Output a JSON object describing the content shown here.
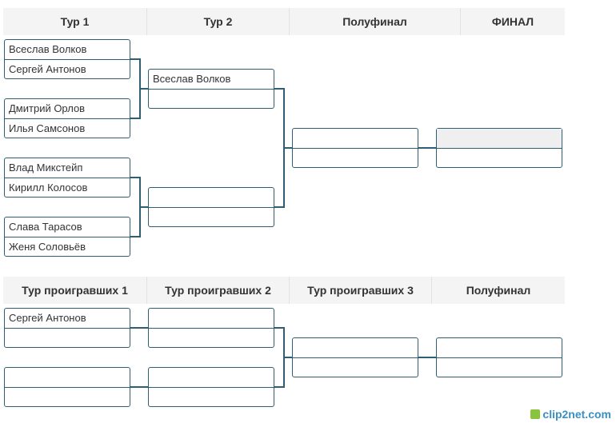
{
  "headers_top": [
    "Тур 1",
    "Тур 2",
    "Полуфинал",
    "ФИНАЛ"
  ],
  "headers_bottom": [
    "Тур проигравших 1",
    "Тур проигравших 2",
    "Тур проигравших 3",
    "Полуфинал"
  ],
  "upper": {
    "r1": [
      {
        "p1": "Всеслав Волков",
        "p2": "Сергей Антонов"
      },
      {
        "p1": "Дмитрий Орлов",
        "p2": "Илья Самсонов"
      },
      {
        "p1": "Влад Микстейп",
        "p2": "Кирилл Колосов"
      },
      {
        "p1": "Слава Тарасов",
        "p2": "Женя Соловьёв"
      }
    ],
    "r2": [
      {
        "p1": "Всеслав Волков",
        "p2": ""
      },
      {
        "p1": "",
        "p2": ""
      }
    ],
    "semi": [
      {
        "p1": "",
        "p2": ""
      }
    ],
    "final": [
      {
        "p1": "",
        "p2": ""
      }
    ]
  },
  "lower": {
    "r1": [
      {
        "p1": "Сергей Антонов",
        "p2": ""
      },
      {
        "p1": "",
        "p2": ""
      }
    ],
    "r2": [
      {
        "p1": "",
        "p2": ""
      },
      {
        "p1": "",
        "p2": ""
      }
    ],
    "r3": [
      {
        "p1": "",
        "p2": ""
      }
    ],
    "semi": [
      {
        "p1": "",
        "p2": ""
      }
    ]
  },
  "watermark": "clip2net.com"
}
